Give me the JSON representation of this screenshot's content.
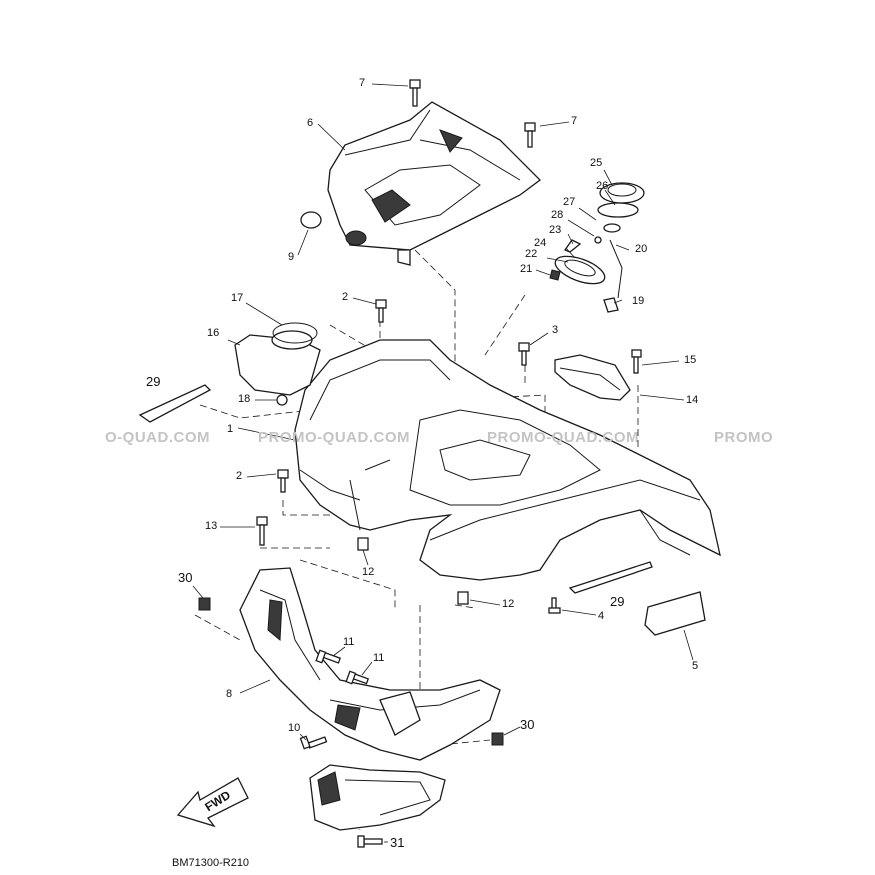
{
  "diagram": {
    "watermark_text": [
      "O-QUAD.COM",
      "PROMO-QUAD.COM",
      "PROMO-QUAD.COM",
      "PROMO"
    ],
    "fwd_label": "FWD",
    "drawing_code": "BM71300-R210",
    "callouts": {
      "c1": "1",
      "c2a": "2",
      "c2b": "2",
      "c3": "3",
      "c4": "4",
      "c5": "5",
      "c6": "6",
      "c7a": "7",
      "c7b": "7",
      "c8": "8",
      "c9": "9",
      "c10": "10",
      "c11a": "11",
      "c11b": "11",
      "c12a": "12",
      "c12b": "12",
      "c13": "13",
      "c14": "14",
      "c15": "15",
      "c16": "16",
      "c17": "17",
      "c18": "18",
      "c19": "19",
      "c20": "20",
      "c21": "21",
      "c22": "22",
      "c23": "23",
      "c24": "24",
      "c25": "25",
      "c26": "26",
      "c27": "27",
      "c28": "28",
      "c29a": "29",
      "c29b": "29",
      "c30a": "30",
      "c30b": "30",
      "c31": "31"
    }
  }
}
